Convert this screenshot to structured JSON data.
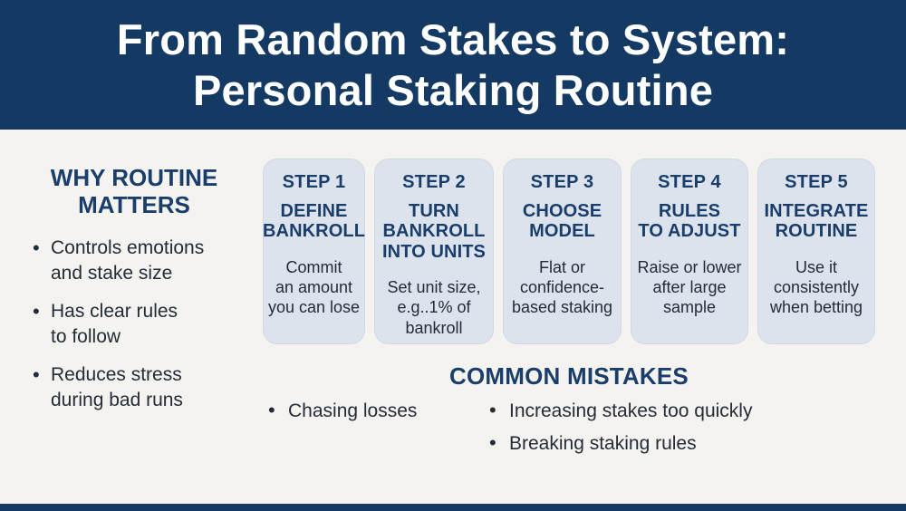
{
  "header": {
    "title": "From Random Stakes to System:\nPersonal Staking Routine"
  },
  "why_routine": {
    "heading": "WHY ROUTINE\nMATTERS",
    "bullets": [
      "Controls emotions\nand stake size",
      "Has clear rules\nto follow",
      "Reduces stress\nduring bad runs"
    ]
  },
  "steps": [
    {
      "label": "STEP 1",
      "title": "DEFINE\nBANKROLL",
      "description": "Commit\nan amount\nyou can lose"
    },
    {
      "label": "STEP 2",
      "title": "TURN\nBANKROLL\nINTO UNITS",
      "description": "Set unit size,\ne.g..1% of\nbankroll"
    },
    {
      "label": "STEP 3",
      "title": "CHOOSE\nMODEL",
      "description": "Flat or\nconfidence-\nbased staking"
    },
    {
      "label": "STEP 4",
      "title": "RULES\nTO ADJUST",
      "description": "Raise or lower\nafter large\nsample"
    },
    {
      "label": "STEP 5",
      "title": "INTEGRATE\nROUTINE",
      "description": "Use it\nconsistently\nwhen betting"
    }
  ],
  "common_mistakes": {
    "heading": "COMMON MISTAKES",
    "column1": [
      "Chasing losses"
    ],
    "column2": [
      "Increasing stakes too quickly",
      "Breaking staking rules"
    ]
  },
  "colors": {
    "header_bg": "#143A63",
    "heading_text": "#1A3E6B",
    "card_bg": "#DCE3EC",
    "body_text": "#232C38",
    "page_bg": "#F5F3EF"
  }
}
